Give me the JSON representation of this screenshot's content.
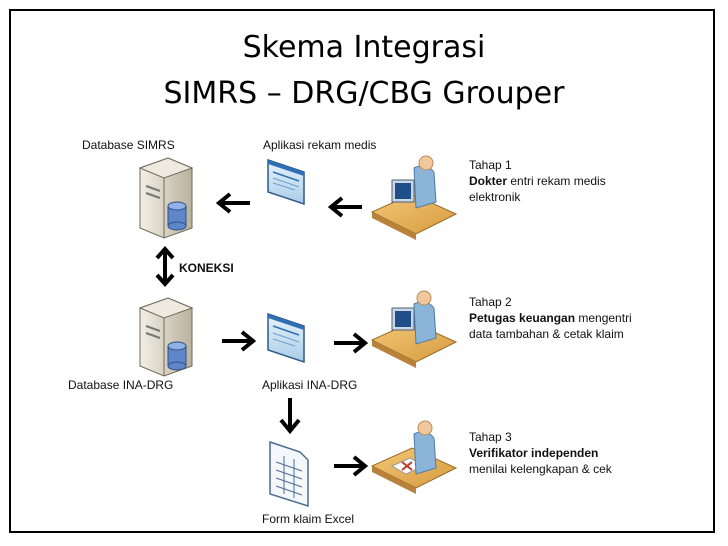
{
  "title": {
    "line1": "Skema Integrasi",
    "line2": "SIMRS – DRG/CBG Grouper"
  },
  "labels": {
    "database_simrs": "Database SIMRS",
    "aplikasi_rekam_medis": "Aplikasi rekam medis",
    "koneksi": "KONEKSI",
    "database_ina_drg": "Database INA-DRG",
    "aplikasi_ina_drg": "Aplikasi INA-DRG",
    "form_klaim_excel": "Form klaim Excel"
  },
  "steps": [
    {
      "title": "Tahap 1",
      "bold": "Dokter",
      "rest": " entri rekam medis",
      "line3": "elektronik"
    },
    {
      "title": "Tahap 2",
      "bold": "Petugas keuangan",
      "rest": " mengentri",
      "line3": "data tambahan & cetak klaim"
    },
    {
      "title": "Tahap 3",
      "bold": "Verifikator independen",
      "rest": "",
      "line3": "menilai kelengkapan & cek"
    }
  ],
  "colors": {
    "server": "#d9d4c3",
    "desk": "#e8b25c",
    "person": "#8ab4d8",
    "screen": "#1f4f8a"
  },
  "icons": [
    "server-icon",
    "database-cylinder-icon",
    "app-window-icon",
    "worker-desk-icon",
    "spreadsheet-icon",
    "arrow-icon"
  ]
}
